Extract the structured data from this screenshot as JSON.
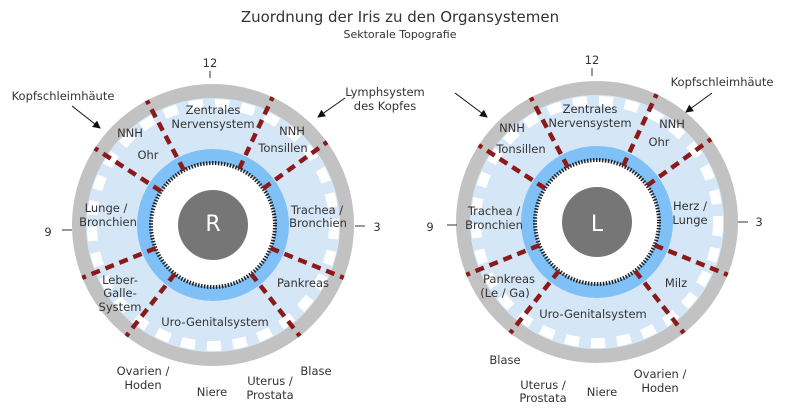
{
  "title": "Zuordnung der Iris zu den Organsystemen",
  "subtitle": "Sektorale Topografie",
  "colors": {
    "outer_ring": "#c2c2c2",
    "iris": "#d5e7f7",
    "collarette": "#7fc0f7",
    "divider": "#8b1a1a",
    "pupil": "#767676",
    "fiber": "#222222"
  },
  "right_eye": {
    "letter": "R",
    "clock": {
      "twelve": "12",
      "nine": "9",
      "three": "3"
    },
    "outside": {
      "kopfschleimhaeute": "Kopfschleimhäute",
      "lymph_1": "Lymphsystem",
      "lymph_2": "des Kopfes",
      "ovarien_1": "Ovarien /",
      "ovarien_2": "Hoden",
      "niere": "Niere",
      "uterus_1": "Uterus /",
      "uterus_2": "Prostata",
      "blase": "Blase"
    },
    "sectors": {
      "zns_1": "Zentrales",
      "zns_2": "Nervensystem",
      "nnh_left": "NNH",
      "ohr": "Ohr",
      "nnh_right": "NNH",
      "tonsillen": "Tonsillen",
      "lunge_1": "Lunge /",
      "lunge_2": "Bronchien",
      "trachea_1": "Trachea /",
      "trachea_2": "Bronchien",
      "leber_1": "Leber-",
      "leber_2": "Galle-",
      "leber_3": "System",
      "pankreas": "Pankreas",
      "uro": "Uro-Genitalsystem"
    }
  },
  "left_eye": {
    "letter": "L",
    "clock": {
      "twelve": "12",
      "nine": "9",
      "three": "3"
    },
    "outside": {
      "kopfschleimhaeute": "Kopfschleimhäute",
      "blase": "Blase",
      "uterus_1": "Uterus /",
      "uterus_2": "Prostata",
      "niere": "Niere",
      "ovarien_1": "Ovarien /",
      "ovarien_2": "Hoden"
    },
    "sectors": {
      "zns_1": "Zentrales",
      "zns_2": "Nervensystem",
      "nnh_left": "NNH",
      "tonsillen": "Tonsillen",
      "nnh_right": "NNH",
      "ohr": "Ohr",
      "trachea_1": "Trachea /",
      "trachea_2": "Bronchien",
      "herz_1": "Herz /",
      "herz_2": "Lunge",
      "pankreas_1": "Pankreas",
      "pankreas_2": "(Le / Ga)",
      "milz": "Milz",
      "uro": "Uro-Genitalsystem"
    }
  }
}
